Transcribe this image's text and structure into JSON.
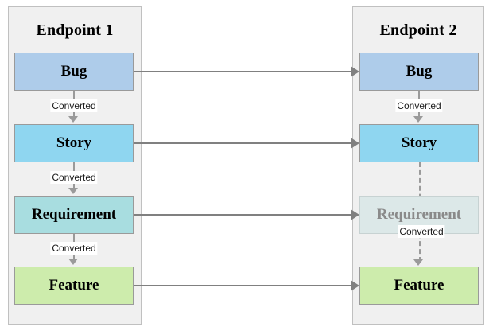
{
  "diagram": {
    "type": "flow-mapping",
    "panels": [
      {
        "id": "endpoint-1",
        "title": "Endpoint 1",
        "nodes": [
          {
            "id": "bug",
            "label": "Bug",
            "color": "#aeccea",
            "faded": false
          },
          {
            "id": "story",
            "label": "Story",
            "color": "#8fd6f0",
            "faded": false
          },
          {
            "id": "requirement",
            "label": "Requirement",
            "color": "#a8dde0",
            "faded": false
          },
          {
            "id": "feature",
            "label": "Feature",
            "color": "#cdecac",
            "faded": false
          }
        ],
        "transitions": [
          {
            "from": "bug",
            "to": "story",
            "label": "Converted",
            "style": "solid"
          },
          {
            "from": "story",
            "to": "requirement",
            "label": "Converted",
            "style": "solid"
          },
          {
            "from": "requirement",
            "to": "feature",
            "label": "Converted",
            "style": "solid"
          }
        ]
      },
      {
        "id": "endpoint-2",
        "title": "Endpoint 2",
        "nodes": [
          {
            "id": "bug",
            "label": "Bug",
            "color": "#aeccea",
            "faded": false
          },
          {
            "id": "story",
            "label": "Story",
            "color": "#8fd6f0",
            "faded": false
          },
          {
            "id": "requirement",
            "label": "Requirement",
            "color": "#dce8e8",
            "faded": true
          },
          {
            "id": "feature",
            "label": "Feature",
            "color": "#cdecac",
            "faded": false
          }
        ],
        "transitions": [
          {
            "from": "bug",
            "to": "story",
            "label": "Converted",
            "style": "solid"
          },
          {
            "from": "story",
            "to": "feature",
            "label": "Converted",
            "style": "dashed"
          }
        ]
      }
    ],
    "mappings": [
      {
        "from": "endpoint-1.bug",
        "to": "endpoint-2.bug"
      },
      {
        "from": "endpoint-1.story",
        "to": "endpoint-2.story"
      },
      {
        "from": "endpoint-1.requirement",
        "to": "endpoint-2.requirement"
      },
      {
        "from": "endpoint-1.feature",
        "to": "endpoint-2.feature"
      }
    ],
    "colors": {
      "panel_background": "#f0f0f0",
      "panel_border": "#c0c0c0",
      "node_border": "#9a9a9a",
      "connector": "#9a9a9a",
      "mapping_arrow": "#808080",
      "label_background": "#ffffff",
      "faded_text": "#8a8a8a",
      "canvas_background": "#ffffff"
    }
  }
}
